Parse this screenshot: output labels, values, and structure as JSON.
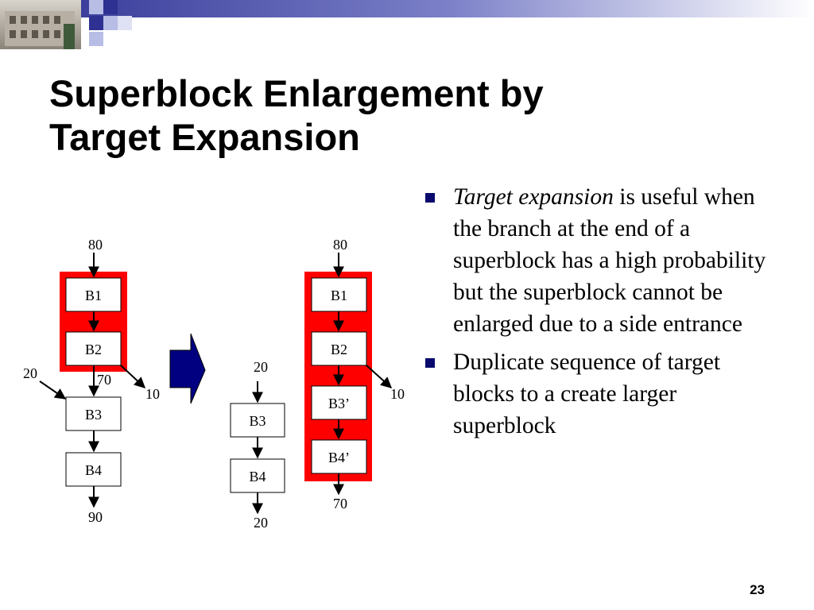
{
  "slide": {
    "title_lines": [
      "Superblock Enlargement by",
      "Target Expansion"
    ],
    "number": "23"
  },
  "bullets": [
    {
      "italic": "Target expansion",
      "text": " is useful when the branch at the end of a superblock has a high probability but the superblock cannot be enlarged due to a side entrance"
    },
    {
      "italic": "",
      "text": "Duplicate sequence of target blocks to a create larger superblock"
    }
  ],
  "diagram": {
    "left": {
      "blocks": [
        "B1",
        "B2",
        "B3",
        "B4"
      ],
      "labels": {
        "entry": "80",
        "side_in": "20",
        "b2_b3": "70",
        "exit_side": "10",
        "exit": "90"
      }
    },
    "right": {
      "superblock": [
        "B1",
        "B2",
        "B3’",
        "B4’"
      ],
      "labels": {
        "entry": "80",
        "side_out": "10",
        "exit": "70"
      },
      "copy_blocks": [
        "B3",
        "B4"
      ],
      "copy_labels": {
        "entry": "20",
        "exit": "20"
      }
    }
  },
  "colors": {
    "superblock_fill": "#ff0000",
    "arrow_fill": "#000080",
    "bullet_square": "#0a0a6e",
    "banner_primary": "#2e3192",
    "banner_light": "#b8bde6"
  },
  "icons": {
    "transform_arrow": "right-arrow-icon",
    "banner": "building-photo-banner"
  }
}
